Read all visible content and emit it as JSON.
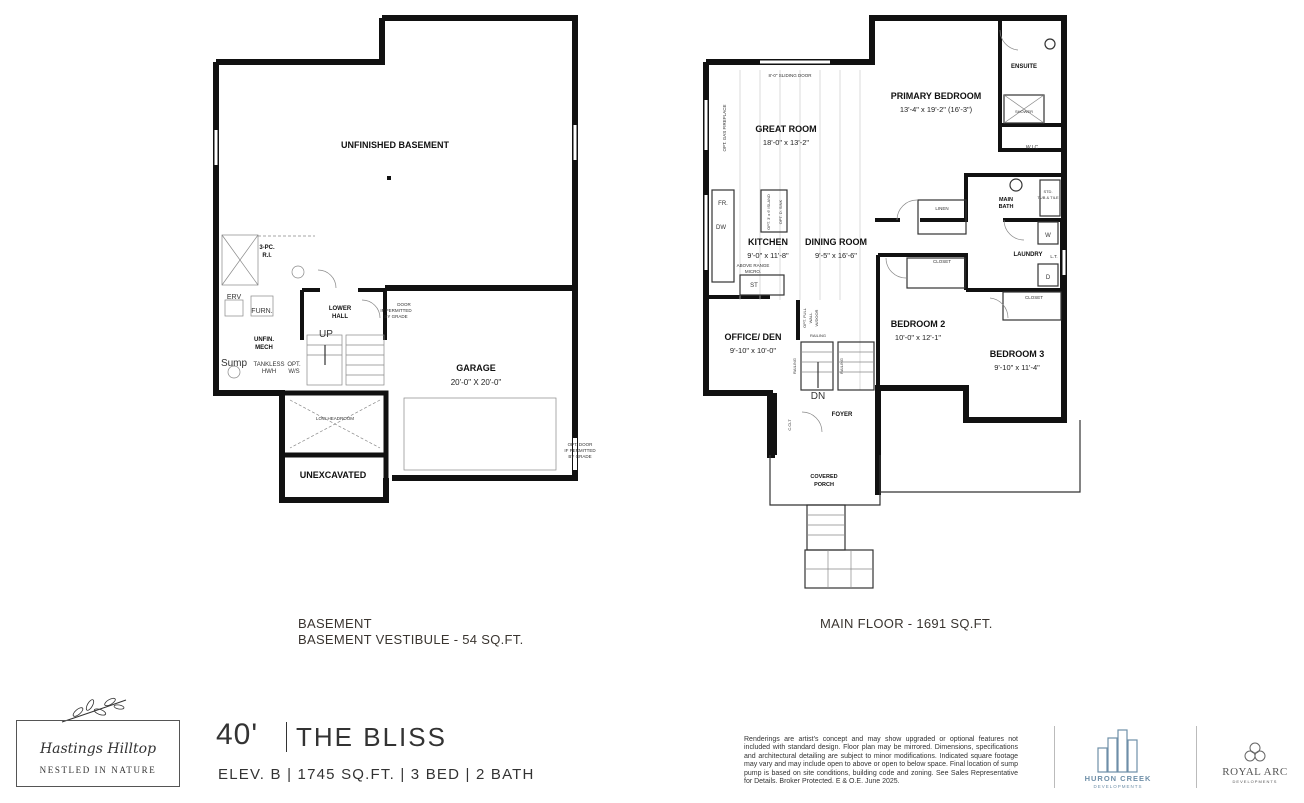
{
  "basement": {
    "rooms": {
      "unfinished_basement": "UNFINISHED BASEMENT",
      "three_pc_ri": "3-PC.",
      "three_pc_ri_2": "R.I.",
      "erv": "ERV",
      "furn": "FURN.",
      "unfin_mech": "UNFIN.",
      "unfin_mech_2": "MECH",
      "sump": "Sump",
      "tankless": "TANKLESS",
      "hwh": "HWH",
      "opt_ws": "OPT.",
      "opt_ws_2": "W/S",
      "lower_hall": "LOWER",
      "lower_hall_2": "HALL",
      "up": "UP",
      "door_note": "DOOR",
      "door_note_2": "IF PERMITTED",
      "door_note_3": "BY GRADE",
      "garage": "GARAGE",
      "garage_dim": "20'-0\" X 20'-0\"",
      "low_headroom": "LOW HEADROOM",
      "unexcavated": "UNEXCAVATED",
      "opt_door": "OPT. DOOR",
      "opt_door_2": "IF PERMITTED",
      "opt_door_3": "BY GRADE"
    },
    "caption_1": "BASEMENT",
    "caption_2": "BASEMENT VESTIBULE - 54 SQ.FT."
  },
  "main_floor": {
    "rooms": {
      "sliding_door": "8'-0\" SLIDING DOOR",
      "opt_fireplace": "OPT. GAS FIREPLACE",
      "great_room": "GREAT ROOM",
      "great_room_dim": "18'-0\" x 13'-2\"",
      "primary_bedroom": "PRIMARY BEDROOM",
      "primary_bedroom_dim": "13'-4\" x 19'-2\" (16'-3\")",
      "ensuite": "ENSUITE",
      "shower": "SHOWER",
      "wic": "W.I.C",
      "fr": "FR.",
      "dw": "DW",
      "island": "OPT. 3' x 6' ISLAND",
      "opt_db_sink": "OPT. D. SINK",
      "kitchen": "KITCHEN",
      "kitchen_dim": "9'-0\" x 11'-8\"",
      "dining_room": "DINING ROOM",
      "dining_room_dim": "9'-5\" x 16'-6\"",
      "range": "ABOVE RANGE",
      "range_2": "MICRO.",
      "st": "ST",
      "linen": "LINEN",
      "main_bath": "MAIN",
      "main_bath_2": "BATH",
      "std_tub": "STD.",
      "std_tub_2": "TUB & TILE",
      "laundry": "LAUNDRY",
      "w": "W",
      "d": "D",
      "lt": "L.T.",
      "closet_1": "CLOSET",
      "closet_2": "CLOSET",
      "bedroom2": "BEDROOM 2",
      "bedroom2_dim": "10'-0\" x 12'-1\"",
      "bedroom3": "BEDROOM 3",
      "bedroom3_dim": "9'-10\" x 11'-4\"",
      "office": "OFFICE/ DEN",
      "office_dim": "9'-10\" x 10'-0\"",
      "opt_wall": "OPT. FULL",
      "opt_wall_2": "WALL",
      "opt_wall_3": "W/DOOR",
      "railing_1": "RAILING",
      "railing_2": "RAILING",
      "railing_3": "RAILING",
      "dn": "DN",
      "foyer": "FOYER",
      "coat": "C.CLT",
      "covered_porch": "COVERED",
      "covered_porch_2": "PORCH"
    },
    "caption": "MAIN FLOOR - 1691 SQ.FT."
  },
  "branding": {
    "logo_script": "Hastings Hilltop",
    "logo_tagline": "NESTLED IN NATURE",
    "model_size": "40'",
    "model_name": "THE BLISS",
    "model_specs": "ELEV. B | 1745 SQ.FT. | 3 BED | 2 BATH",
    "disclaimer": "Renderings are artist's concept and may show upgraded or optional features not included with standard design. Floor plan may be mirrored. Dimensions, specifications and architectural detailing are subject to minor modifications. Indicated square footage may vary and may include open to above or open to below space. Final location of sump pump is based on site conditions, building code and zoning. See Sales Representative for Details. Broker Protected. E & O.E. June 2025.",
    "developer_1": "HURON CREEK",
    "developer_1_sub": "DEVELOPMENTS",
    "developer_2": "ROYAL ARC",
    "developer_2_sub": "DEVELOPMENTS"
  },
  "colors": {
    "wall": "#111111",
    "text": "#3a3530",
    "huron_blue": "#6f8fa8"
  }
}
